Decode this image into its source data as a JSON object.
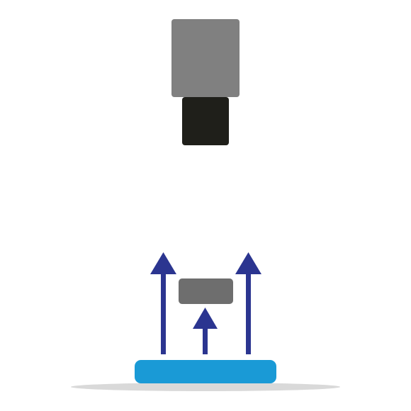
{
  "diagram": {
    "camera": {
      "body_icon": "camera-body",
      "lens_icon": "camera-lens",
      "body_color": "#808080",
      "lens_color": "#1f1f1a"
    },
    "object": {
      "icon": "object-block",
      "color": "#6e6e6e"
    },
    "light_source": {
      "icon": "backlight-panel",
      "color": "#1a9ad6"
    },
    "arrows": {
      "icon": "light-direction-arrow",
      "color": "#2b3590",
      "count": 3
    },
    "shadow": {
      "color": "#d9d9d9"
    }
  }
}
